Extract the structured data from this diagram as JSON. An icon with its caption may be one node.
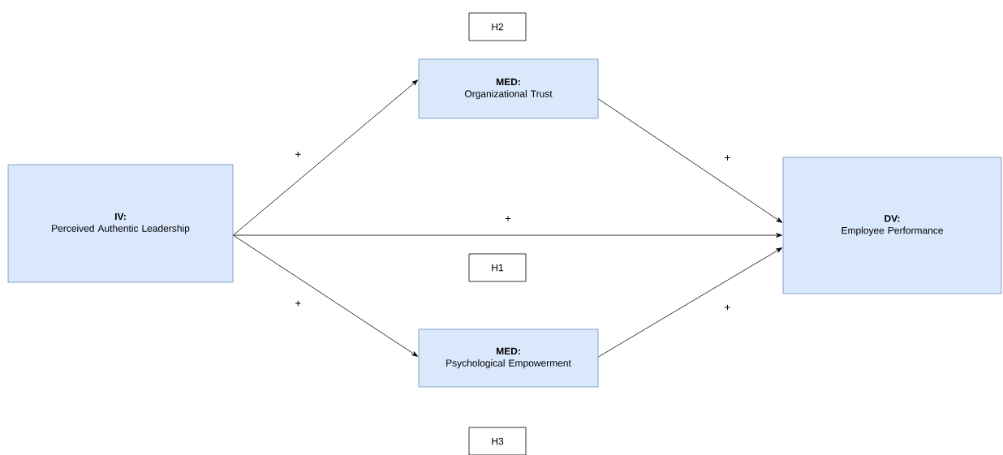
{
  "diagram": {
    "nodes": [
      {
        "text": [
          "H2"
        ]
      },
      {
        "text": [
          "MED:",
          "Organizational Trust"
        ]
      },
      {
        "text": [
          "IV:",
          "Perceived Authentic Leadership"
        ]
      },
      {
        "text": [
          "DV:",
          "Employee Performance"
        ]
      },
      {
        "text": [
          "H1"
        ]
      },
      {
        "text": [
          "MED:",
          "Psychological Empowerment"
        ]
      },
      {
        "text": [
          "H3"
        ]
      }
    ],
    "edges": [
      {
        "from": 2,
        "to": 1,
        "arrow": "to",
        "label": "+"
      },
      {
        "from": 1,
        "to": 3,
        "arrow": "to",
        "label": "+"
      },
      {
        "from": 2,
        "to": 3,
        "arrow": "to",
        "label": "+"
      },
      {
        "from": 2,
        "to": 5,
        "arrow": "to",
        "label": "+"
      },
      {
        "from": 5,
        "to": 3,
        "arrow": "to",
        "label": "+"
      }
    ]
  }
}
